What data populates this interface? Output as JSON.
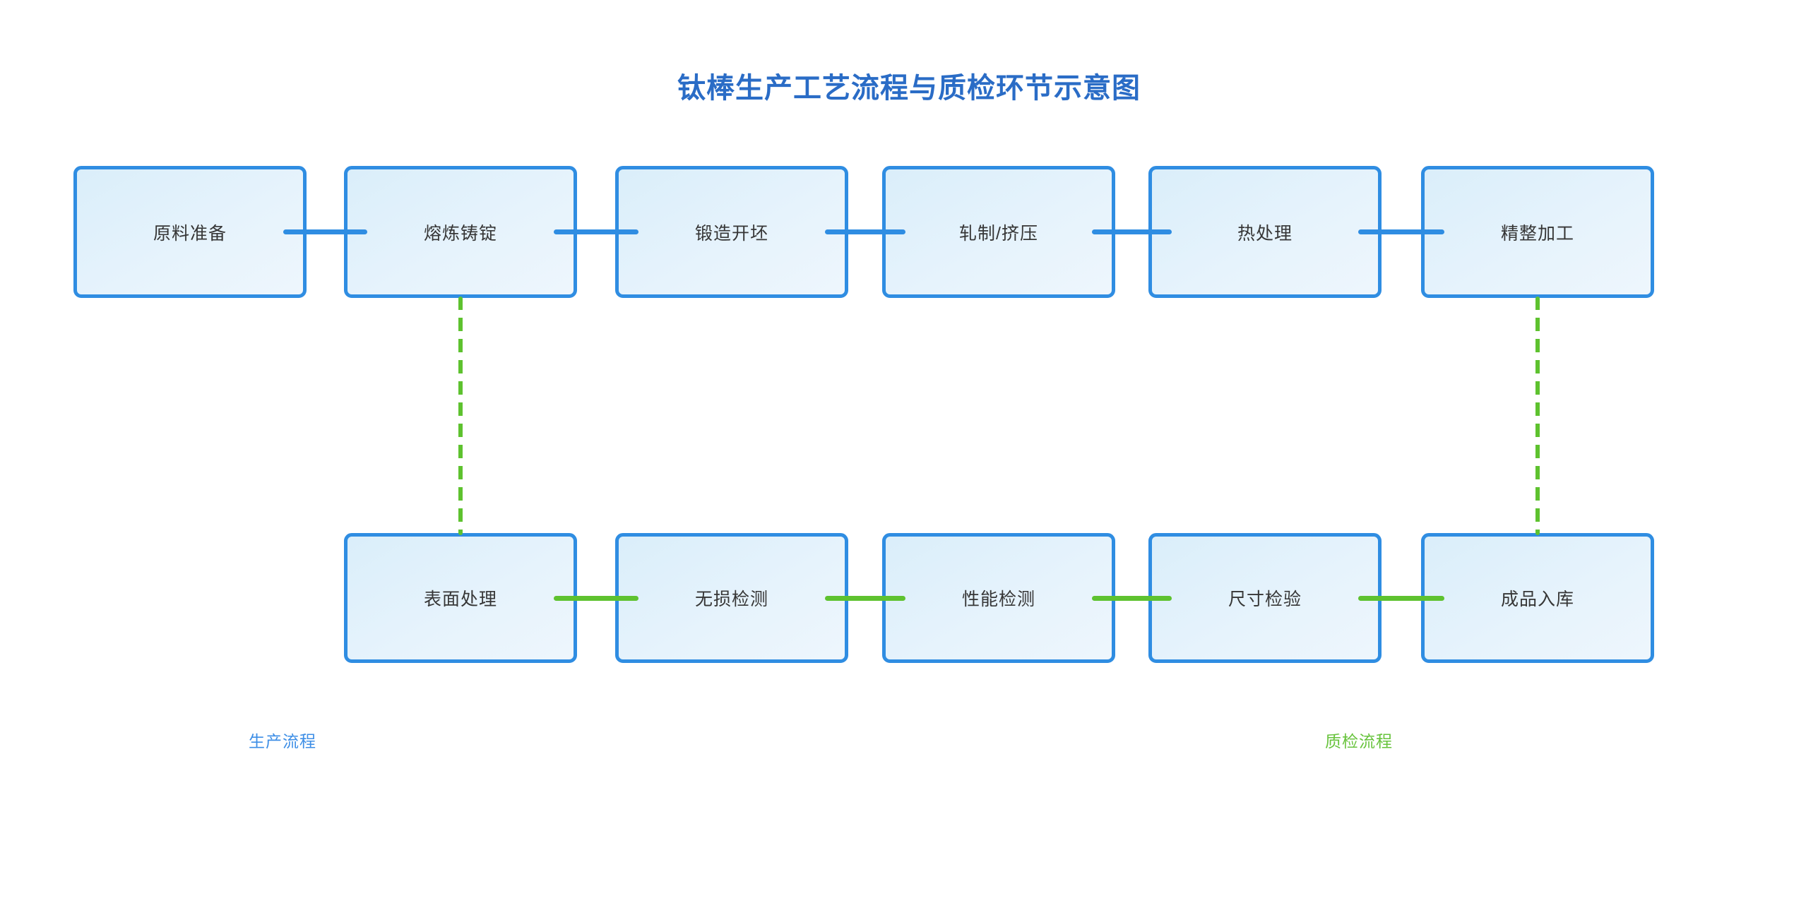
{
  "title": "钛棒生产工艺流程与质检环节示意图",
  "production_flow": {
    "nodes": [
      {
        "label": "原料准备"
      },
      {
        "label": "熔炼铸锭"
      },
      {
        "label": "锻造开坯"
      },
      {
        "label": "轧制/挤压"
      },
      {
        "label": "热处理"
      },
      {
        "label": "精整加工"
      }
    ]
  },
  "quality_flow": {
    "nodes": [
      {
        "label": "表面处理"
      },
      {
        "label": "无损检测"
      },
      {
        "label": "性能检测"
      },
      {
        "label": "尺寸检验"
      },
      {
        "label": "成品入库"
      }
    ]
  },
  "legend": {
    "production_label": "生产流程",
    "quality_label": "质检流程"
  },
  "colors": {
    "node_border": "#2F8DE2",
    "node_fill_light": "#DAEEFA",
    "node_fill_lighter": "#EEF6FD",
    "production_line": "#2F8DE2",
    "quality_line": "#5EC22F",
    "title_text": "#2A6CC6",
    "node_text": "#363636",
    "legend_production_text": "#3D8EE6",
    "legend_quality_text": "#67C33C"
  }
}
